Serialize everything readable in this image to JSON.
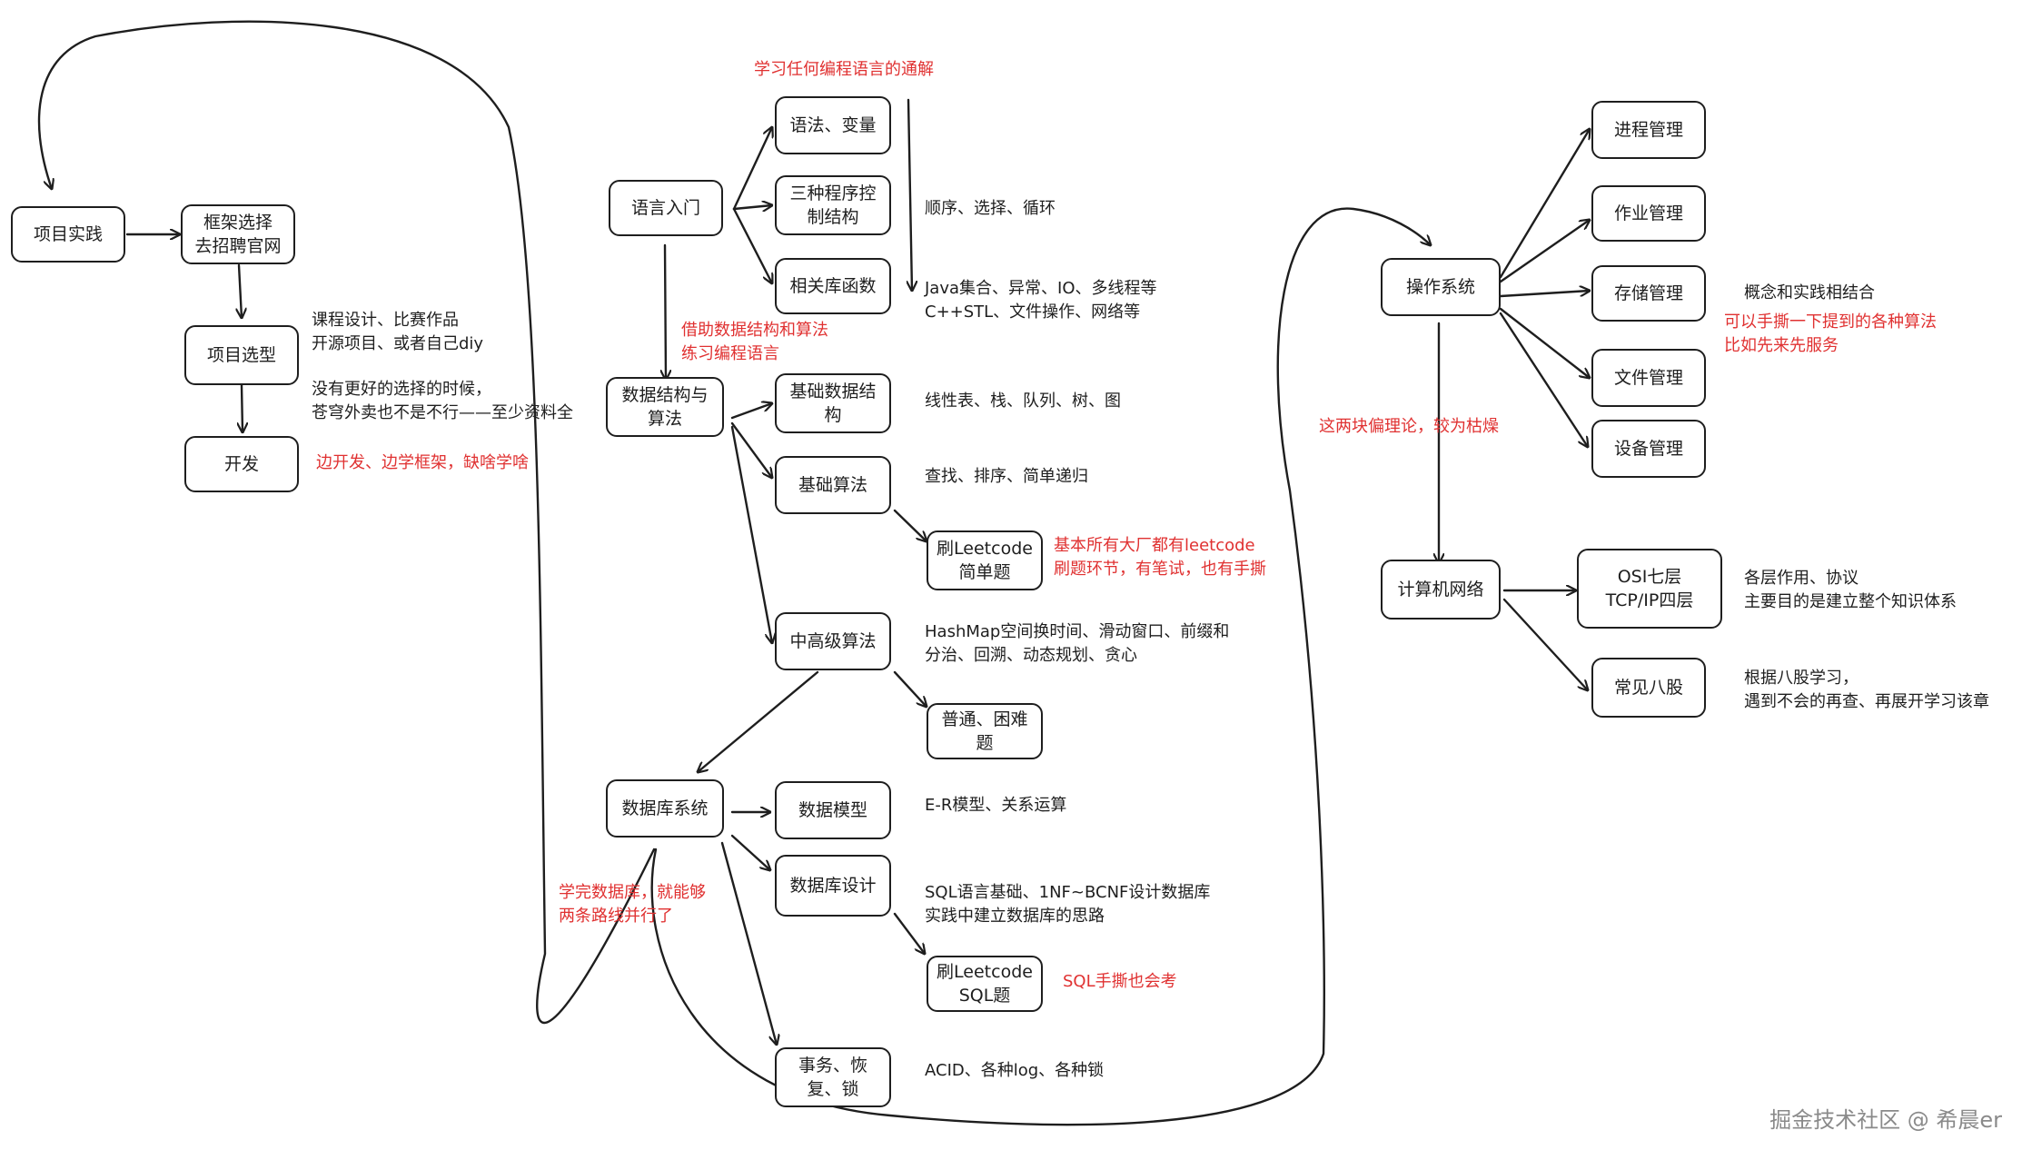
{
  "nodes": {
    "project_practice": "项目实践",
    "framework": "框架选择\n去招聘官网",
    "project_select": "项目选型",
    "develop": "开发",
    "lang_intro": "语言入门",
    "syntax": "语法、变量",
    "control": "三种程序控\n制结构",
    "libs": "相关库函数",
    "dsa": "数据结构与\n算法",
    "basic_ds": "基础数据结\n构",
    "basic_algo": "基础算法",
    "lc_easy": "刷Leetcode\n简单题",
    "adv_algo": "中高级算法",
    "normal_hard": "普通、困难\n题",
    "db_system": "数据库系统",
    "data_model": "数据模型",
    "db_design": "数据库设计",
    "lc_sql": "刷Leetcode\nSQL题",
    "txn": "事务、恢\n复、锁",
    "os": "操作系统",
    "process": "进程管理",
    "job": "作业管理",
    "storage": "存储管理",
    "file": "文件管理",
    "device": "设备管理",
    "network": "计算机网络",
    "osi": "OSI七层\nTCP/IP四层",
    "baguwen": "常见八股"
  },
  "notes": {
    "course_design": "课程设计、比赛作品\n开源项目、或者自己diy",
    "no_choice": "没有更好的选择的时候，\n苍穹外卖也不是不行——至少资料全",
    "dev_tip": "边开发、边学框架，缺啥学啥",
    "learn_any": "学习任何编程语言的通解",
    "sequence": "顺序、选择、循环",
    "java_cpp": "Java集合、异常、IO、多线程等\nC++STL、文件操作、网络等",
    "borrow_dsa": "借助数据结构和算法\n练习编程语言",
    "linear": "线性表、栈、队列、树、图",
    "search_sort": "查找、排序、简单递归",
    "big_companies": "基本所有大厂都有leetcode\n刷题环节，有笔试，也有手撕",
    "hashmap": "HashMap空间换时间、滑动窗口、前缀和\n分治、回溯、动态规划、贪心",
    "er_model": "E-R模型、关系运算",
    "sql_basic": "SQL语言基础、1NF~BCNF设计数据库\n实践中建立数据库的思路",
    "sql_handwrite": "SQL手撕也会考",
    "acid": "ACID、各种log、各种锁",
    "db_done": "学完数据库，就能够\n两条路线并行了",
    "theory": "这两块偏理论，较为枯燥",
    "concept": "概念和实践相结合",
    "handwrite_algo": "可以手撕一下提到的各种算法\n比如先来先服务",
    "layers": "各层作用、协议\n主要目的是建立整个知识体系",
    "bagu_study": "根据八股学习，\n遇到不会的再查、再展开学习该章"
  },
  "watermark": "掘金技术社区 @ 希晨er"
}
